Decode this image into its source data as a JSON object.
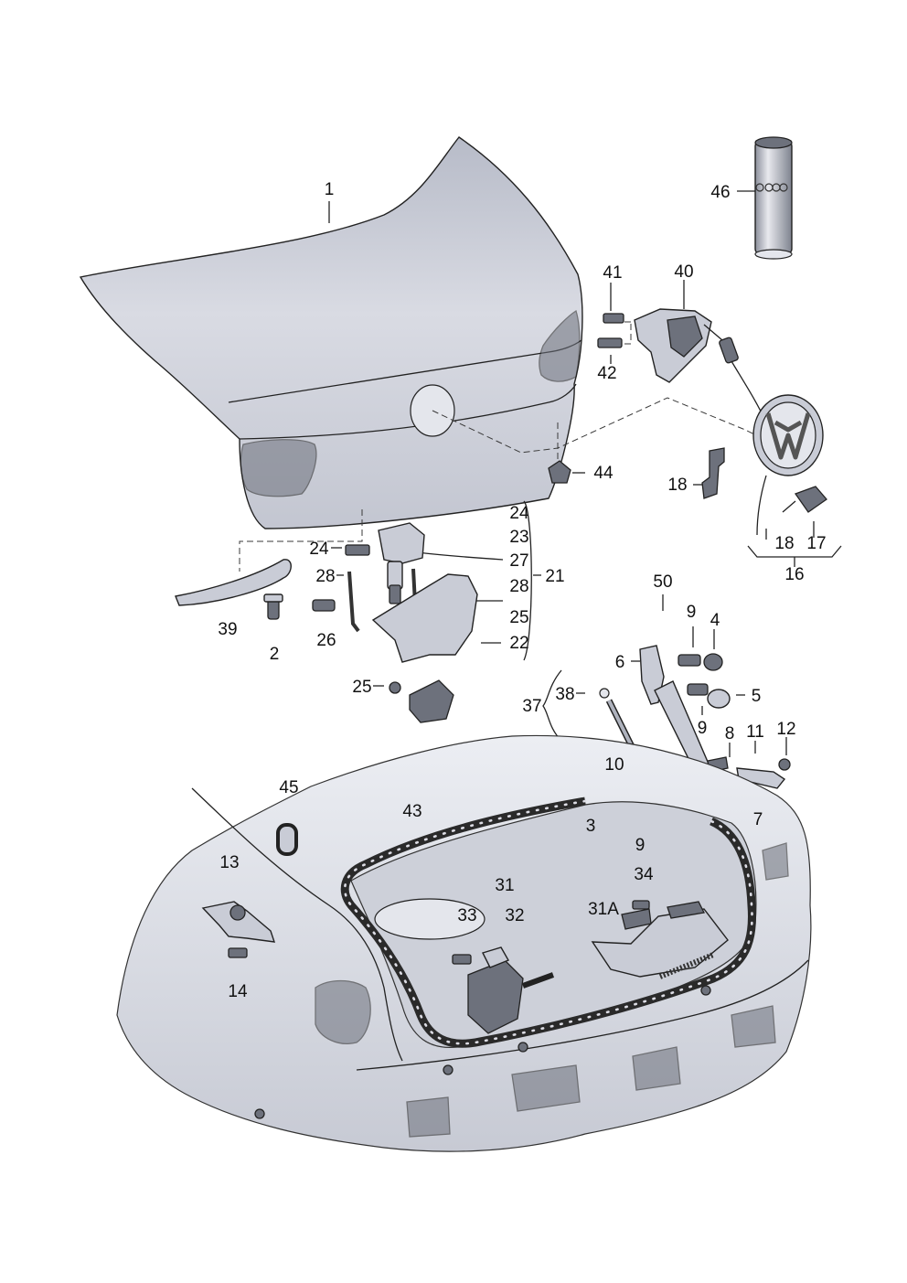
{
  "diagram": {
    "callouts": {
      "c1": "1",
      "c2": "2",
      "c3": "3",
      "c4": "4",
      "c5": "5",
      "c6": "6",
      "c7": "7",
      "c8": "8",
      "c9a": "9",
      "c9b": "9",
      "c9c": "9",
      "c10": "10",
      "c11": "11",
      "c12": "12",
      "c13": "13",
      "c14": "14",
      "c16": "16",
      "c17": "17",
      "c18a": "18",
      "c18b": "18",
      "c21": "21",
      "c22": "22",
      "c23": "23",
      "c24a": "24",
      "c24b": "24",
      "c25a": "25",
      "c25b": "25",
      "c26": "26",
      "c27": "27",
      "c28a": "28",
      "c28b": "28",
      "c31": "31",
      "c31a": "31A",
      "c32": "32",
      "c33": "33",
      "c34": "34",
      "c37": "37",
      "c38": "38",
      "c39": "39",
      "c40": "40",
      "c41": "41",
      "c42": "42",
      "c43": "43",
      "c44": "44",
      "c45": "45",
      "c46": "46",
      "c50": "50"
    },
    "colors": {
      "metal": "#c9ccd6",
      "dark": "#6d717c",
      "body": "#dfe1e8",
      "line": "#222222"
    }
  }
}
